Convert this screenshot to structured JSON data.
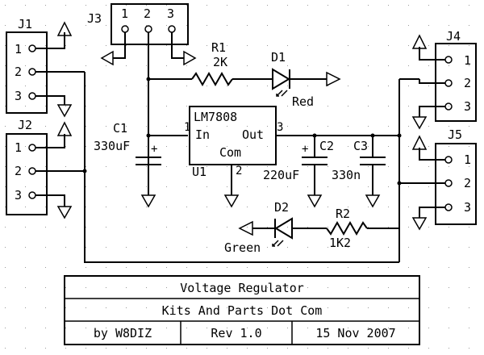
{
  "connectors": {
    "j1": {
      "name": "J1",
      "pins": [
        "1",
        "2",
        "3"
      ]
    },
    "j2": {
      "name": "J2",
      "pins": [
        "1",
        "2",
        "3"
      ]
    },
    "j3": {
      "name": "J3",
      "pins": [
        "1",
        "2",
        "3"
      ]
    },
    "j4": {
      "name": "J4",
      "pins": [
        "1",
        "2",
        "3"
      ]
    },
    "j5": {
      "name": "J5",
      "pins": [
        "1",
        "2",
        "3"
      ]
    }
  },
  "components": {
    "r1": {
      "ref": "R1",
      "value": "2K"
    },
    "r2": {
      "ref": "R2",
      "value": "1K2"
    },
    "d1": {
      "ref": "D1",
      "value": "Red"
    },
    "d2": {
      "ref": "D2",
      "value": "Green"
    },
    "c1": {
      "ref": "C1",
      "value": "330uF",
      "polarity": "+"
    },
    "c2": {
      "ref": "C2",
      "value": "220uF",
      "polarity": "+"
    },
    "c3": {
      "ref": "C3",
      "value": "330n"
    },
    "u1": {
      "ref": "U1",
      "part": "LM7808",
      "pin_in_label": "In",
      "pin_out_label": "Out",
      "pin_com_label": "Com",
      "pin_in": "1",
      "pin_out": "3",
      "pin_com": "2"
    }
  },
  "title_block": {
    "title": "Voltage Regulator",
    "company": "Kits And Parts Dot Com",
    "author": "by W8DIZ",
    "revision": "Rev 1.0",
    "date": "15 Nov 2007"
  }
}
